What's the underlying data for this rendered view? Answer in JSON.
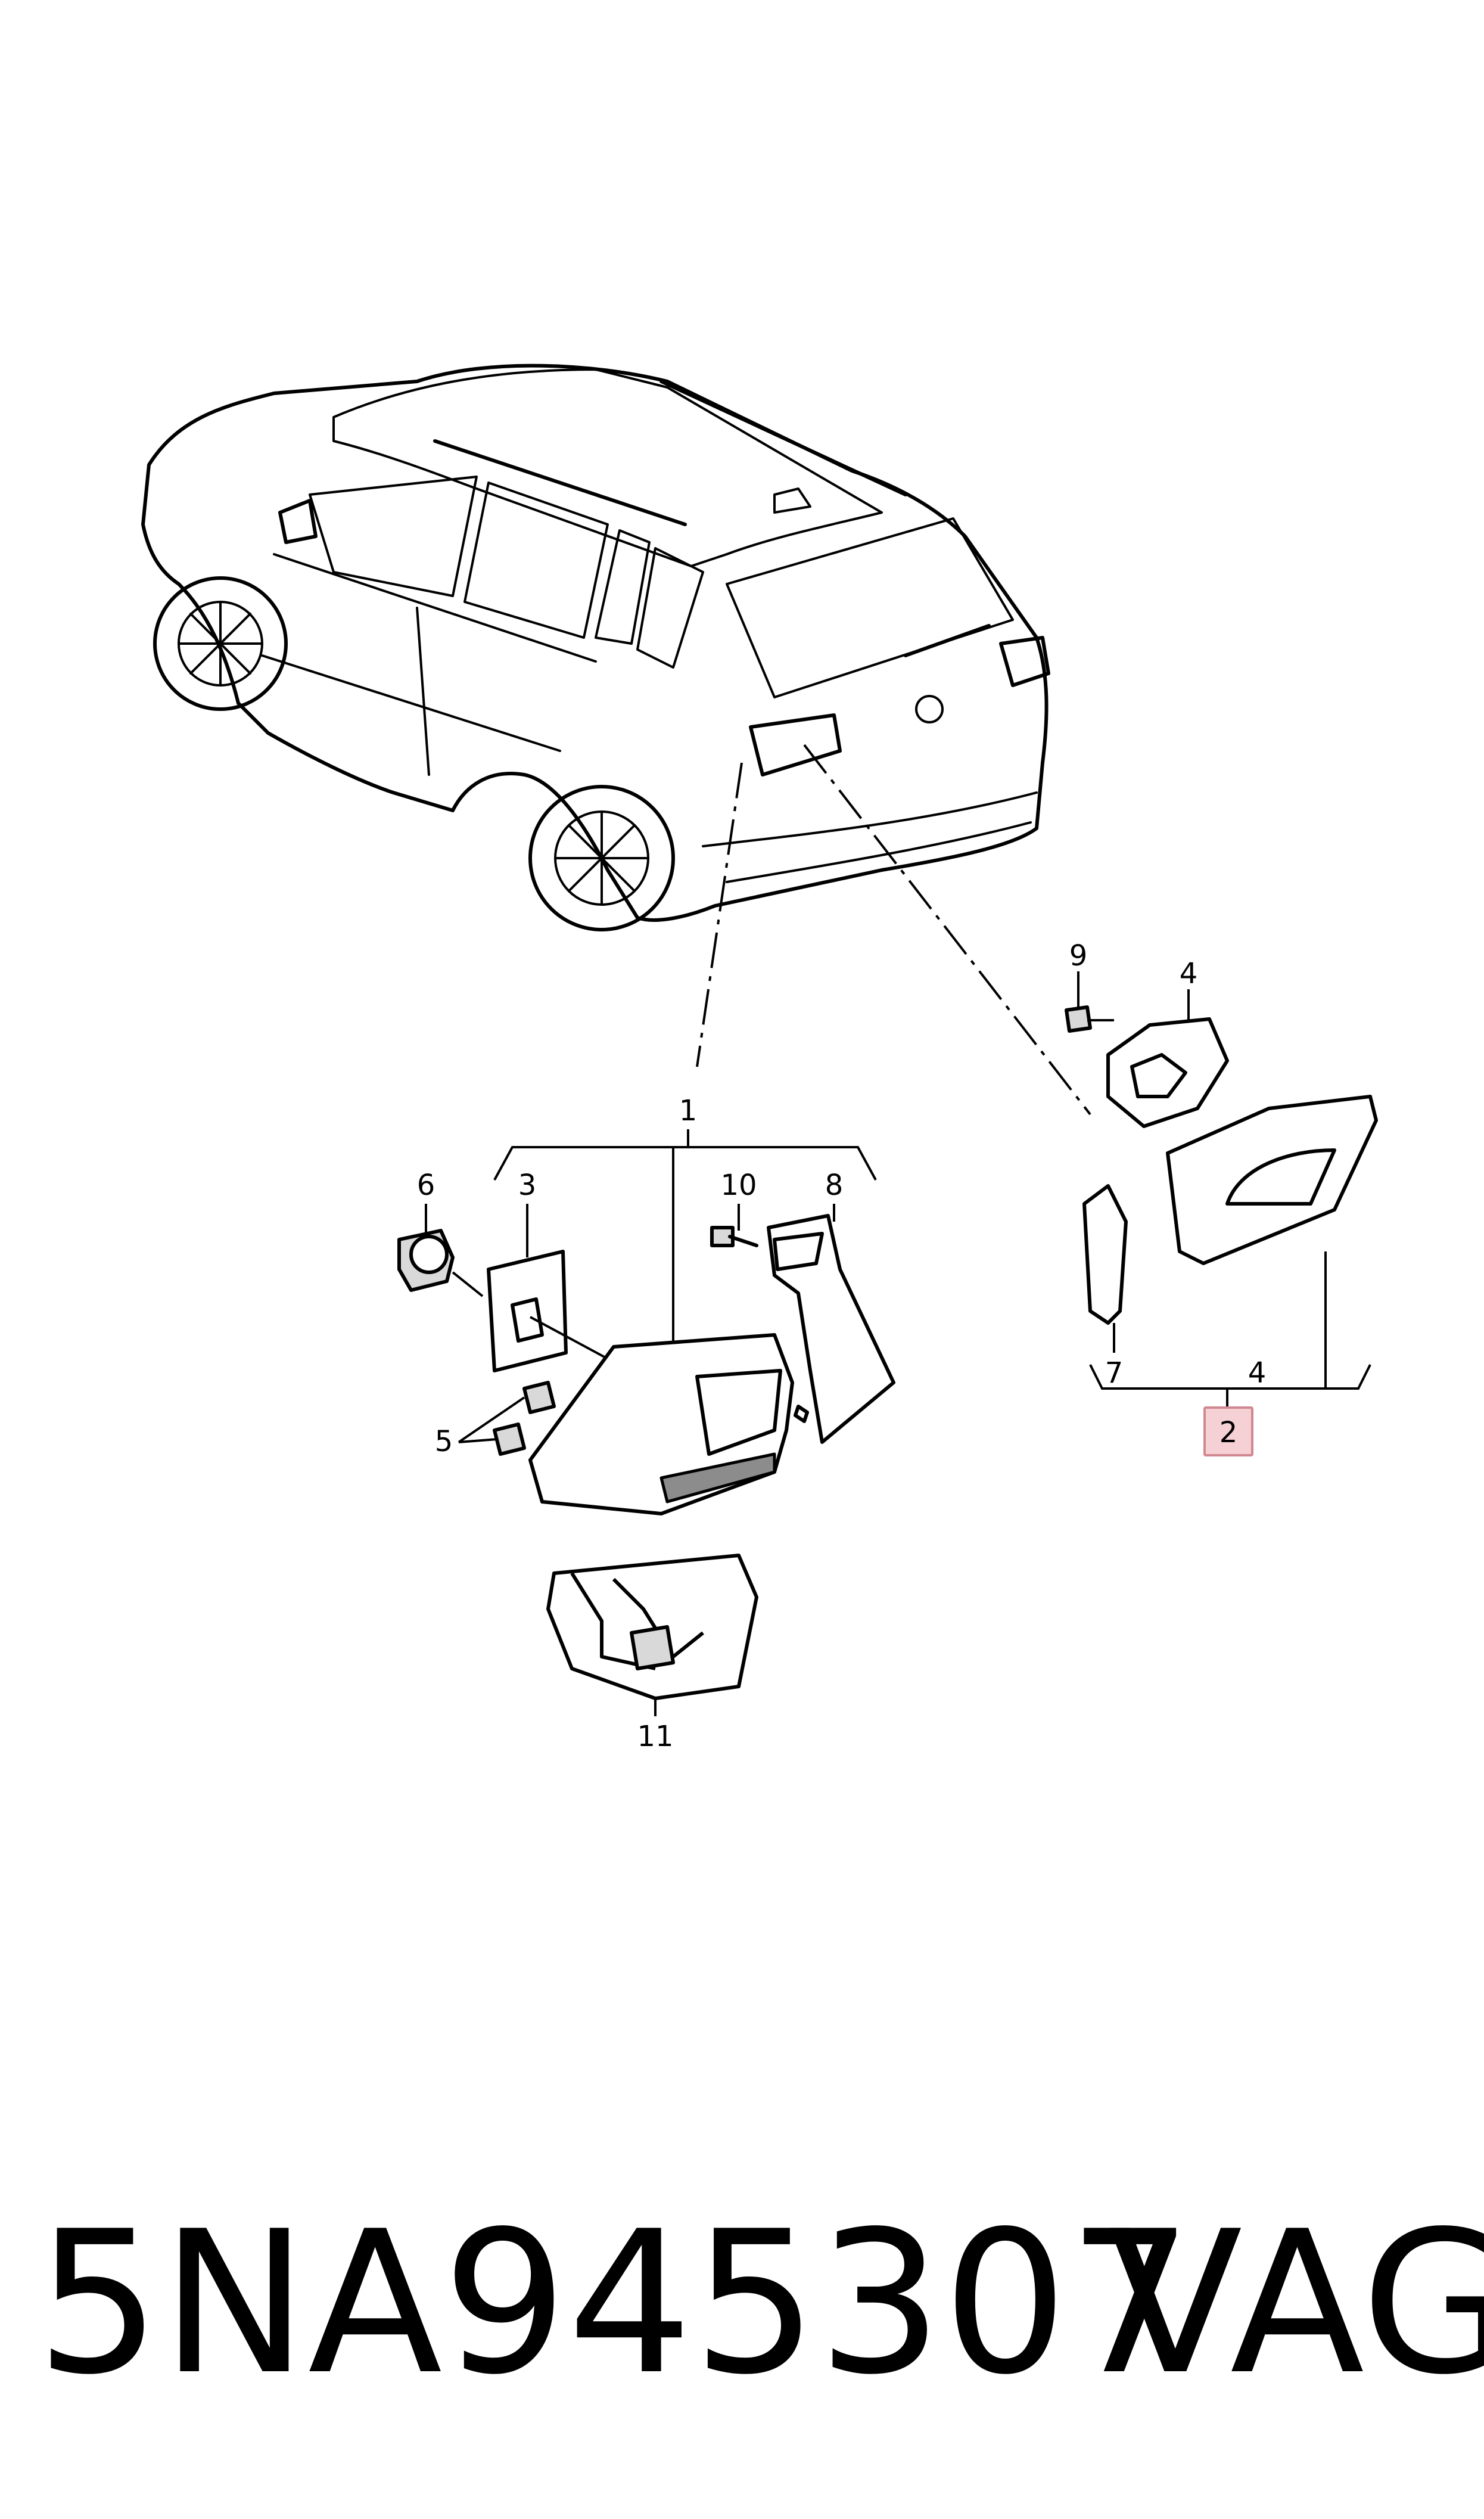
{
  "callouts": {
    "c1": "1",
    "c2": "2",
    "c3": "3",
    "c4a": "4",
    "c4b": "4",
    "c5": "5",
    "c6": "6",
    "c7": "7",
    "c8": "8",
    "c9": "9",
    "c10": "10",
    "c11": "11"
  },
  "footer": {
    "part_number": "5NA945307",
    "brand": "VAG"
  },
  "colors": {
    "highlight_fill": "#f5d0d4",
    "highlight_stroke": "#d08890"
  }
}
